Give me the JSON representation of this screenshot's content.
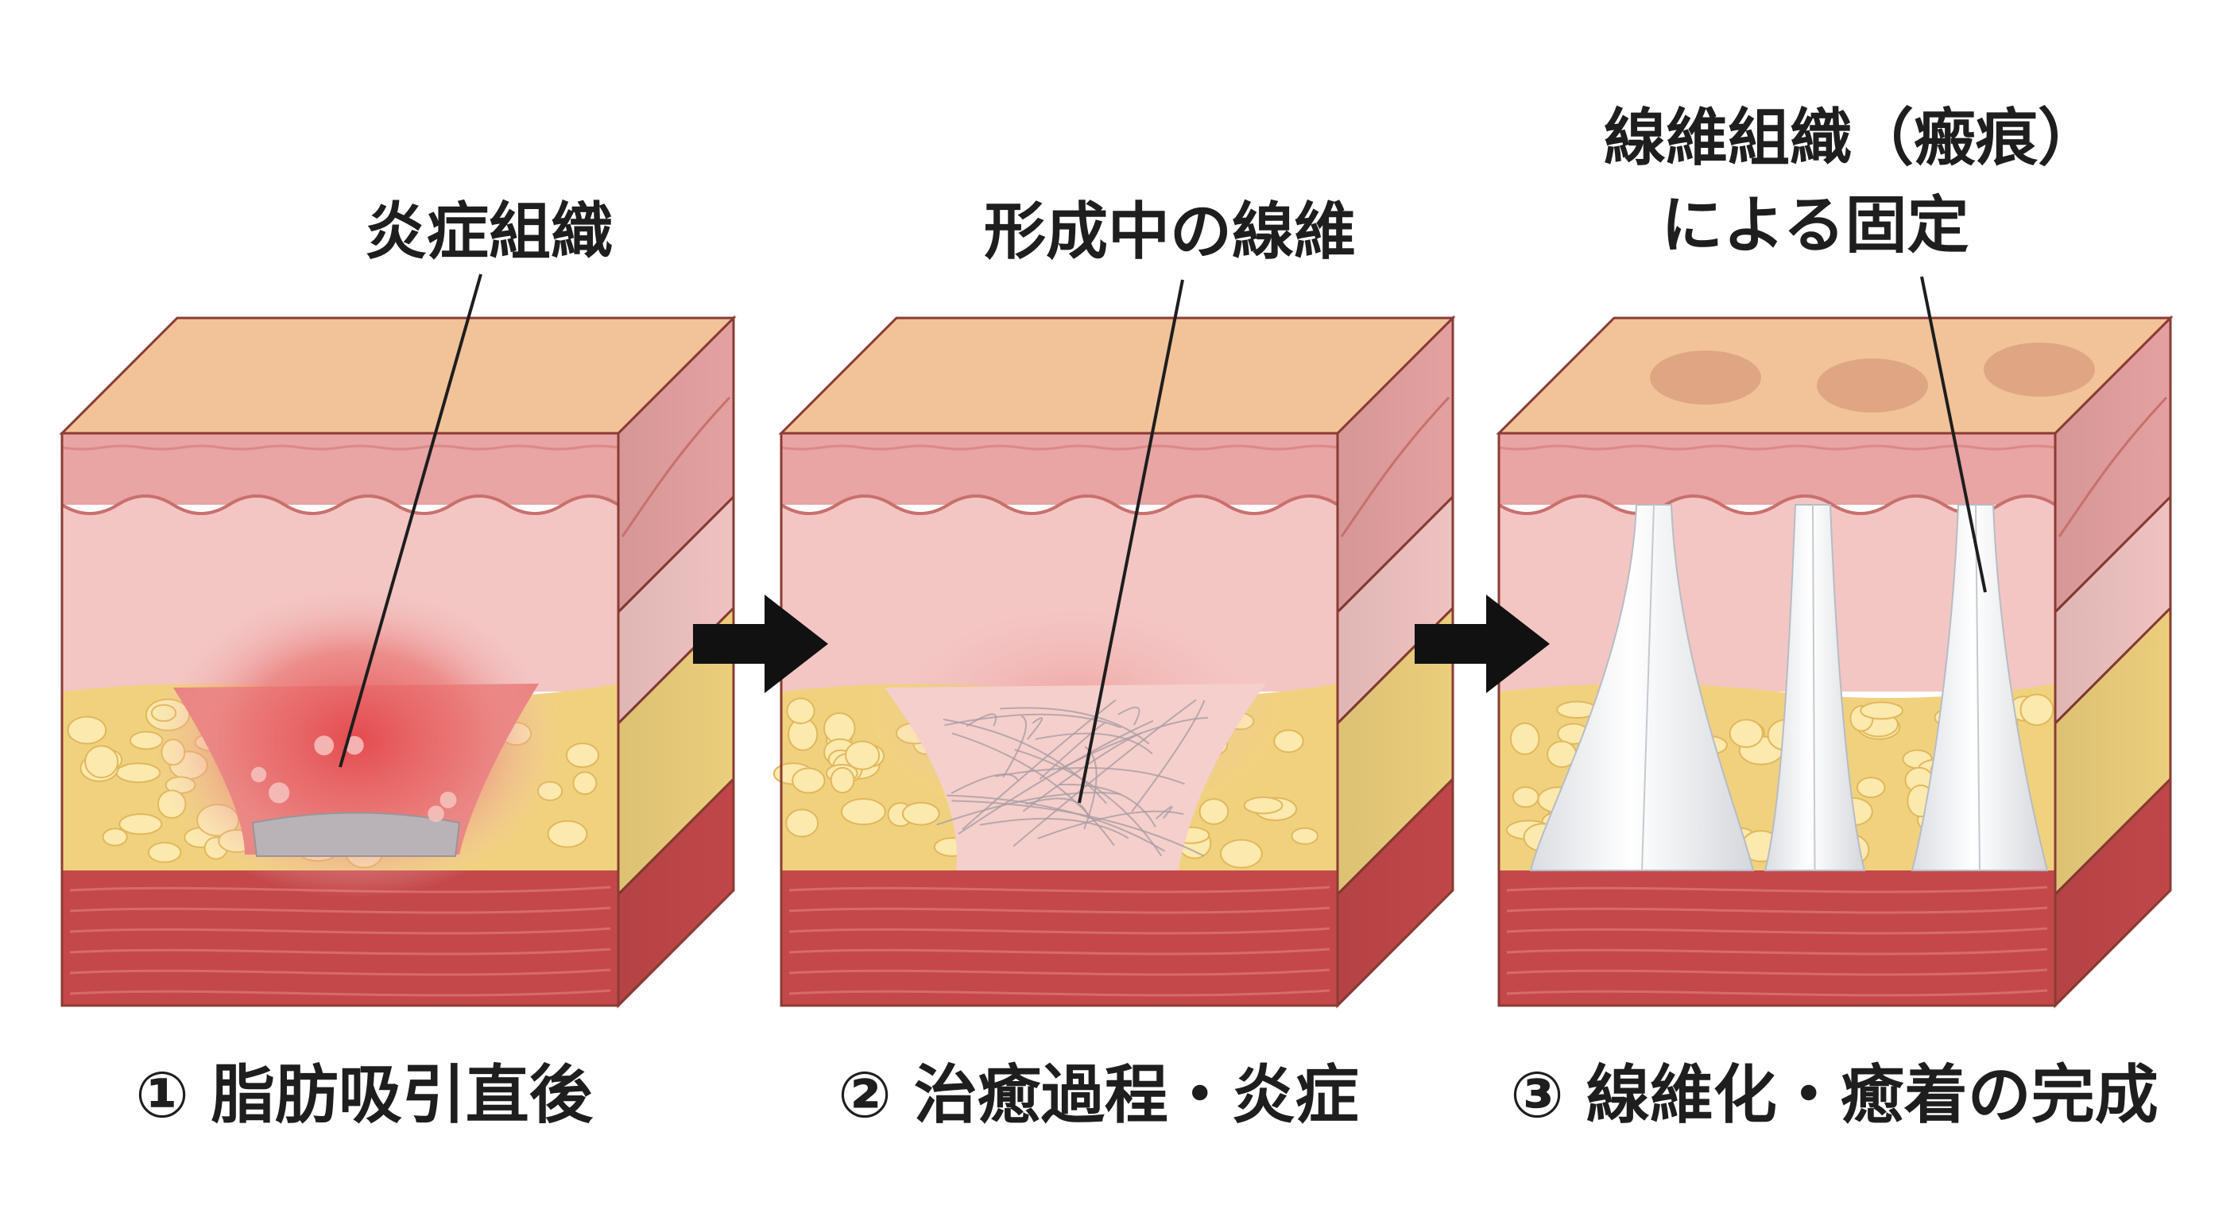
{
  "panels": [
    {
      "callout": [
        "炎症組織"
      ],
      "caption": "① 脂肪吸引直後"
    },
    {
      "callout": [
        "形成中の線維"
      ],
      "caption": "② 治癒過程・炎症"
    },
    {
      "callout": [
        "線維組織（瘢痕）",
        "による固定"
      ],
      "caption": "③ 線維化・癒着の完成"
    }
  ],
  "colors": {
    "epidermis_top": "#f2c399",
    "dermis_upper": "#e9a4a4",
    "dermis_lower": "#f3c6c4",
    "fat": "#f0d27e",
    "fat_globule": "#fbe9ae",
    "muscle": "#c4484a",
    "inflammation": "#e0585c",
    "fibrosis": "#f1f2f4",
    "outline": "#8a3c34",
    "arrow": "#111111"
  }
}
